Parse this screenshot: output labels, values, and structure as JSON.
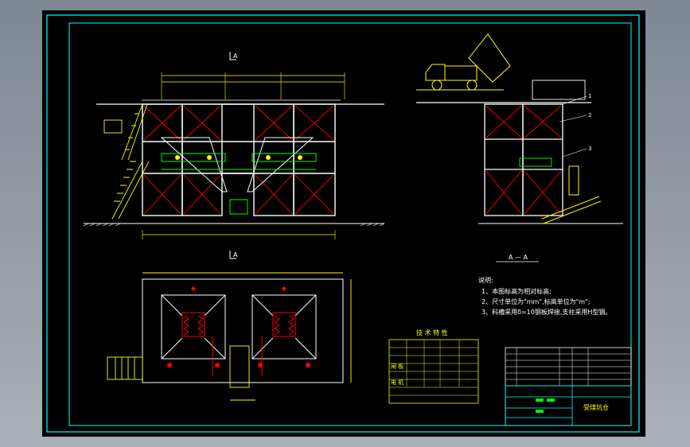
{
  "drawing": {
    "section_mark_top": "A",
    "section_mark_bottom": "A",
    "section_label": "A — A",
    "notes": {
      "heading": "说明:",
      "lines": [
        "1、本图标高为相对标高;",
        "2、尺寸单位为\"mm\",标高单位为\"m\";",
        "3、料槽采用δ=10钢板焊接,支柱采用H型钢。"
      ]
    },
    "spec_table": {
      "title": "技 术 特 性",
      "rows": [
        "闸 板",
        "电 机"
      ]
    },
    "title_block": {
      "drawing_name": "受煤坑仓"
    },
    "callouts": [
      "1",
      "2",
      "3"
    ]
  },
  "colors": {
    "background": "#000000",
    "frame": "#00ffff",
    "structure": "#ffffff",
    "dimension": "#ffff00",
    "hatch": "#ff0000",
    "equipment": "#00ff00",
    "truck": "#ffff00"
  }
}
